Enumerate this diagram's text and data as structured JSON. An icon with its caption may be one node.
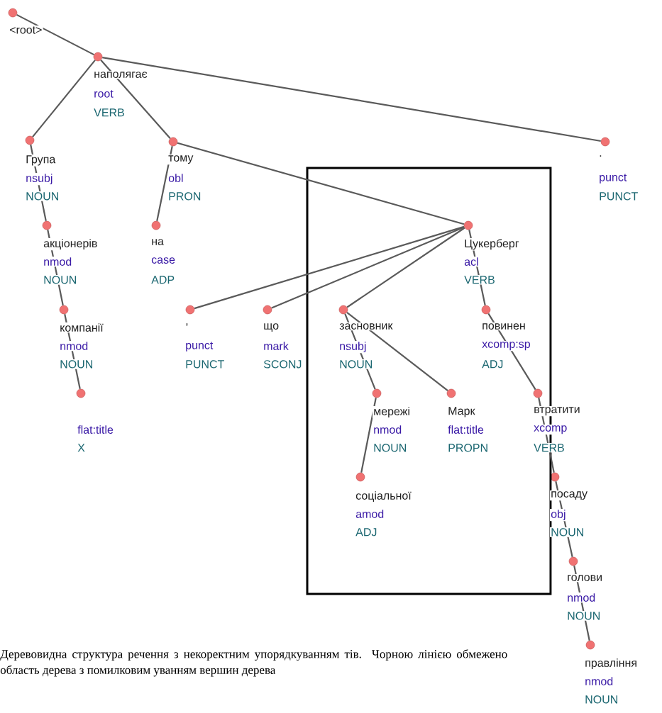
{
  "diagram": {
    "nodes": [
      {
        "text": [
          "<root>"
        ]
      },
      {
        "text": [
          "наполягає",
          "root",
          "VERB"
        ]
      },
      {
        "text": [
          "Група",
          "nsubj",
          "NOUN"
        ]
      },
      {
        "text": [
          "тому",
          "obl",
          "PRON"
        ]
      },
      {
        "text": [
          ".",
          "punct",
          "PUNCT"
        ]
      },
      {
        "text": [
          "акціонерів",
          "nmod",
          "NOUN"
        ]
      },
      {
        "text": [
          "на",
          "case",
          "ADP"
        ]
      },
      {
        "text": [
          "Цукерберг",
          "acl",
          "VERB"
        ]
      },
      {
        "text": [
          "компанії",
          "nmod",
          "NOUN"
        ]
      },
      {
        "text": [
          ",",
          "punct",
          "PUNCT"
        ]
      },
      {
        "text": [
          "що",
          "mark",
          "SCONJ"
        ]
      },
      {
        "text": [
          "засновник",
          "nsubj",
          "NOUN"
        ]
      },
      {
        "text": [
          "повинен",
          "xcomp:sp",
          "ADJ"
        ]
      },
      {
        "text": [
          "flat:title",
          "X"
        ]
      },
      {
        "text": [
          "мережі",
          "nmod",
          "NOUN"
        ]
      },
      {
        "text": [
          "Марк",
          "flat:title",
          "PROPN"
        ]
      },
      {
        "text": [
          "втратити",
          "xcomp",
          "VERB"
        ]
      },
      {
        "text": [
          "соціальної",
          "amod",
          "ADJ"
        ]
      },
      {
        "text": [
          "посаду",
          "obj",
          "NOUN"
        ]
      },
      {
        "text": [
          "голови",
          "nmod",
          "NOUN"
        ]
      },
      {
        "text": [
          "правління",
          "nmod",
          "NOUN"
        ]
      }
    ],
    "edges": [
      {
        "from": 0,
        "to": 1,
        "arrow": "none"
      },
      {
        "from": 1,
        "to": 2,
        "arrow": "none"
      },
      {
        "from": 1,
        "to": 3,
        "arrow": "none"
      },
      {
        "from": 1,
        "to": 4,
        "arrow": "none"
      },
      {
        "from": 2,
        "to": 5,
        "arrow": "none"
      },
      {
        "from": 3,
        "to": 6,
        "arrow": "none"
      },
      {
        "from": 3,
        "to": 7,
        "arrow": "none"
      },
      {
        "from": 5,
        "to": 8,
        "arrow": "none"
      },
      {
        "from": 7,
        "to": 9,
        "arrow": "none"
      },
      {
        "from": 7,
        "to": 10,
        "arrow": "none"
      },
      {
        "from": 7,
        "to": 11,
        "arrow": "none"
      },
      {
        "from": 7,
        "to": 12,
        "arrow": "none"
      },
      {
        "from": 8,
        "to": 13,
        "arrow": "none"
      },
      {
        "from": 11,
        "to": 14,
        "arrow": "none"
      },
      {
        "from": 11,
        "to": 15,
        "arrow": "none"
      },
      {
        "from": 12,
        "to": 16,
        "arrow": "none"
      },
      {
        "from": 14,
        "to": 17,
        "arrow": "none"
      },
      {
        "from": 16,
        "to": 18,
        "arrow": "none"
      },
      {
        "from": 18,
        "to": 19,
        "arrow": "none"
      },
      {
        "from": 19,
        "to": 20,
        "arrow": "none"
      }
    ],
    "caption": "Деревовидна структура речення з некоректним упорядкуванням тів. Чорною лінією обмежено область дерева з помилковим уванням вершин дерева"
  }
}
